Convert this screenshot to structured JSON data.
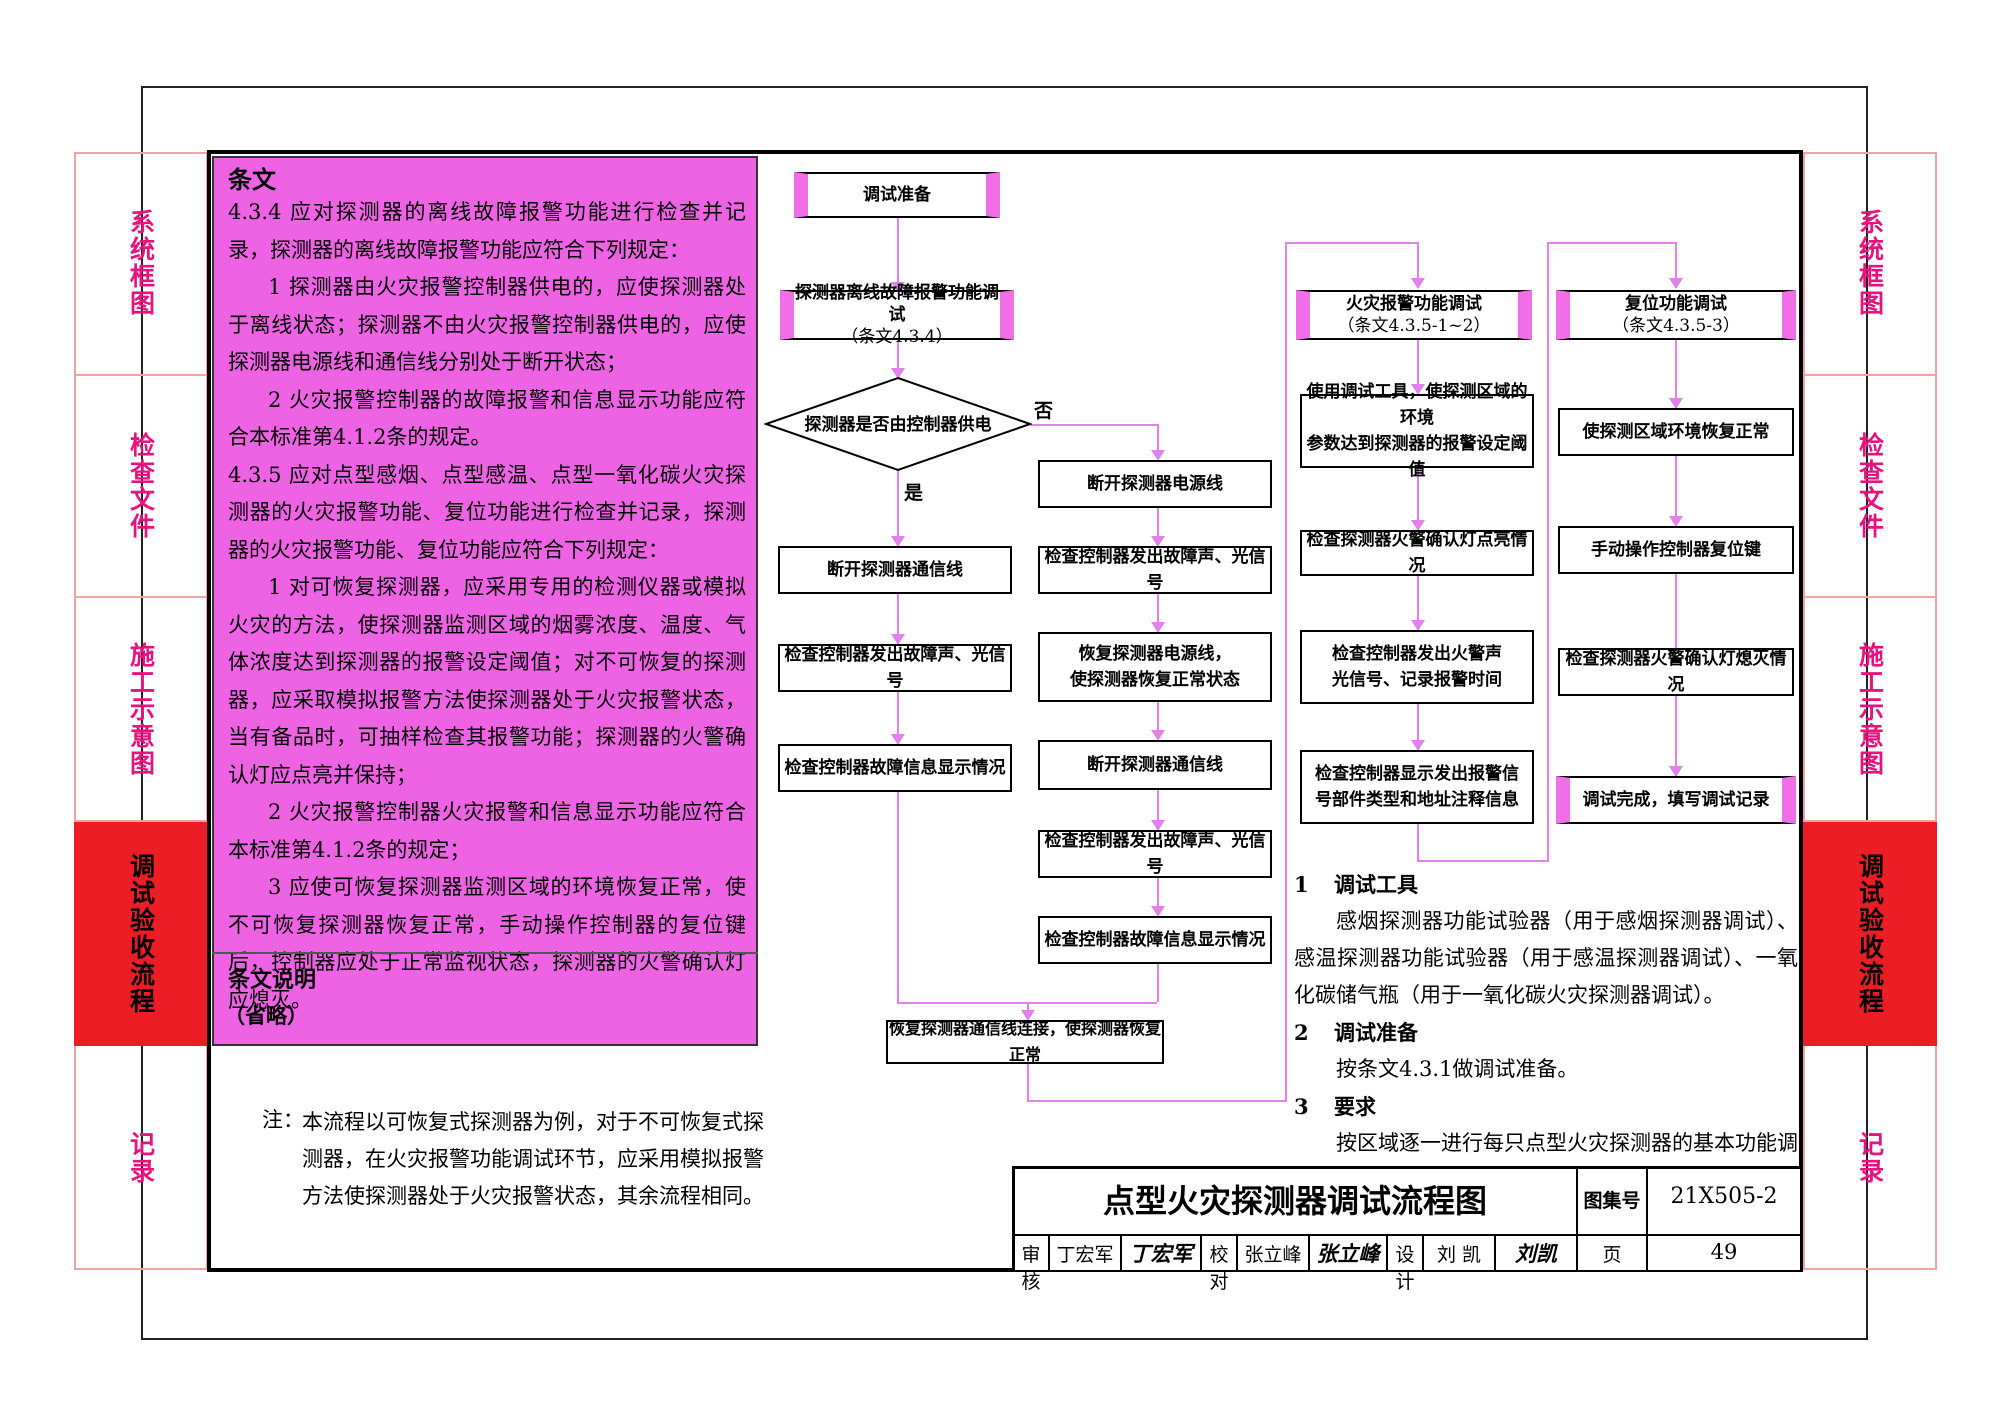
{
  "side_tabs": [
    "系统框图",
    "检查文件",
    "施工示意图",
    "调试验收流程",
    "记录"
  ],
  "active_tab": "调试验收流程",
  "panel": {
    "heading": "条文",
    "paragraphs": [
      "4.3.4 应对探测器的离线故障报警功能进行检查并记录，探测器的离线故障报警功能应符合下列规定：",
      "1 探测器由火灾报警控制器供电的，应使探测器处于离线状态；探测器不由火灾报警控制器供电的，应使探测器电源线和通信线分别处于断开状态；",
      "2 火灾报警控制器的故障报警和信息显示功能应符合本标准第4.1.2条的规定。",
      "4.3.5 应对点型感烟、点型感温、点型一氧化碳火灾探测器的火灾报警功能、复位功能进行检查并记录，探测器的火灾报警功能、复位功能应符合下列规定：",
      "1 对可恢复探测器，应采用专用的检测仪器或模拟火灾的方法，使探测器监测区域的烟雾浓度、温度、气体浓度达到探测器的报警设定阈值；对不可恢复的探测器，应采取模拟报警方法使探测器处于火灾报警状态，当有备品时，可抽样检查其报警功能；探测器的火警确认灯应点亮并保持；",
      "2 火灾报警控制器火灾报警和信息显示功能应符合本标准第4.1.2条的规定；",
      "3 应使可恢复探测器监测区域的环境恢复正常，使不可恢复探测器恢复正常，手动操作控制器的复位键后，控制器应处于正常监视状态，探测器的火警确认灯应熄灭。"
    ],
    "explain_heading": "条文说明",
    "explain_text": "（省略）"
  },
  "note": {
    "prefix": "注：",
    "text": "本流程以可恢复式探测器为例，对于不可恢复式探测器，在火灾报警功能调试环节，应采用模拟报警方法使探测器处于火灾报警状态，其余流程相同。"
  },
  "flow": {
    "prep": "调试准备",
    "offline_line1": "探测器离线故障报警功能调试",
    "offline_line2": "（条文4.3.4）",
    "decision": "探测器是否由控制器供电",
    "yes": "是",
    "no": "否",
    "left": [
      "断开探测器通信线",
      "检查控制器发出故障声、光信号",
      "检查控制器故障信息显示情况"
    ],
    "mid": [
      "断开探测器电源线",
      "检查控制器发出故障声、光信号",
      "恢复探测器电源线，\n使探测器恢复正常状态",
      "断开探测器通信线",
      "检查控制器发出故障声、光信号",
      "检查控制器故障信息显示情况"
    ],
    "restore": "恢复探测器通信线连接，使探测器恢复正常",
    "fire_line1": "火灾报警功能调试",
    "fire_line2": "（条文4.3.5-1~2）",
    "fire": [
      "使用调试工具，使探测区域的环境\n参数达到探测器的报警设定阈值",
      "检查探测器火警确认灯点亮情况",
      "检查控制器发出火警声\n光信号、记录报警时间",
      "检查控制器显示发出报警信\n号部件类型和地址注释信息"
    ],
    "reset_line1": "复位功能调试",
    "reset_line2": "（条文4.3.5-3）",
    "reset": [
      "使探测区域环境恢复正常",
      "手动操作控制器复位键",
      "检查探测器火警确认灯熄灭情况"
    ],
    "done": "调试完成，填写调试记录"
  },
  "notes_right": [
    {
      "num": "1",
      "title": "调试工具",
      "body": "感烟探测器功能试验器（用于感烟探测器调试）、感温探测器功能试验器（用于感温探测器调试）、一氧化碳储气瓶（用于一氧化碳火灾探测器调试）。"
    },
    {
      "num": "2",
      "title": "调试准备",
      "body": "按条文4.3.1做调试准备。"
    },
    {
      "num": "3",
      "title": "要求",
      "body": "按区域逐一进行每只点型火灾探测器的基本功能调试。"
    }
  ],
  "title_block": {
    "title": "点型火灾探测器调试流程图",
    "atlas_label": "图集号",
    "atlas_no": "21X505-2",
    "review_label": "审核",
    "review_name": "丁宏军",
    "review_sign": "丁宏军",
    "check_label": "校对",
    "check_name": "张立峰",
    "check_sign": "张立峰",
    "design_label": "设计",
    "design_name": "刘 凯",
    "design_sign": "刘凯",
    "page_label": "页",
    "page_no": "49"
  },
  "colors": {
    "panel": "#ee63e4",
    "accent": "#e8127e",
    "active_tab": "#ec1d24",
    "line": "#e280ec"
  }
}
